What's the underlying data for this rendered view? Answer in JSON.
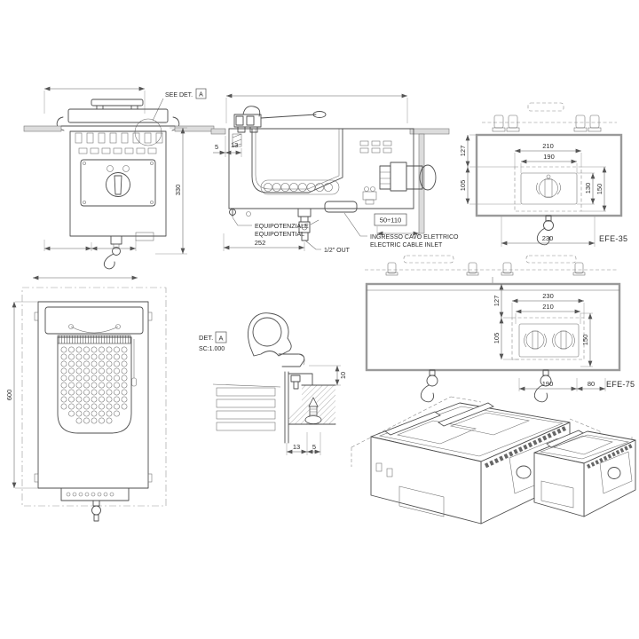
{
  "front": {
    "note": "SEE DET.",
    "detail_ref": "A",
    "height": "330"
  },
  "section": {
    "edge_gap": "5",
    "flange": "13",
    "width": "252",
    "drain_outlet": "1/2\" OUT",
    "cable_range": "50÷110",
    "labels": {
      "equipotential_it": "EQUIPOTENZIALE",
      "equipotential_en": "EQUIPOTENTIAL",
      "cable_inlet_it": "INGRESSO CAVO ELETTRICO",
      "cable_inlet_en": "ELECTRIC CABLE INLET"
    }
  },
  "efe35": {
    "model": "EFE-35",
    "cutout_width": "210",
    "inner_width": "190",
    "top_offset": "127",
    "cutout_height": "105",
    "inner_height": "130",
    "overall_height": "150",
    "bottom_width": "230"
  },
  "top_view": {
    "depth": "600"
  },
  "detail_a": {
    "label": "DET.",
    "ref": "A",
    "scale": "SC:1.000",
    "lip_height": "10",
    "offset_a": "13",
    "offset_b": "5"
  },
  "efe75": {
    "model": "EFE-75",
    "cutout_width": "230",
    "inner_width": "210",
    "top_offset": "127",
    "cutout_height": "105",
    "overall_height": "150",
    "bottom_width": "190",
    "side_offset": "80"
  }
}
